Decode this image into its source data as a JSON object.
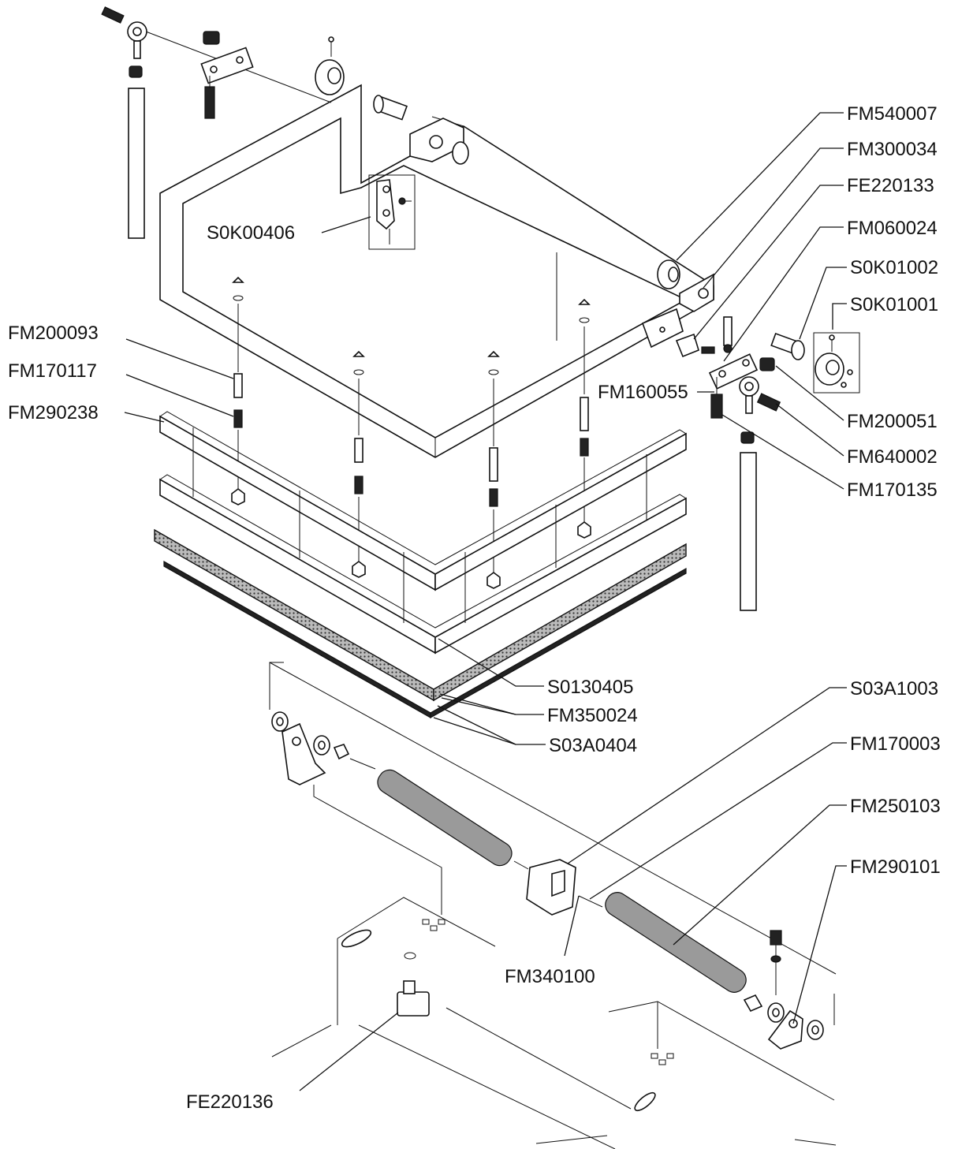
{
  "diagram": {
    "labels": {
      "FM540007": "FM540007",
      "FM300034": "FM300034",
      "FE220133": "FE220133",
      "FM060024": "FM060024",
      "S0K01002": "S0K01002",
      "S0K01001": "S0K01001",
      "S0K00406": "S0K00406",
      "FM200093": "FM200093",
      "FM170117": "FM170117",
      "FM290238": "FM290238",
      "FM160055": "FM160055",
      "FM200051": "FM200051",
      "FM640002": "FM640002",
      "FM170135": "FM170135",
      "S0130405": "S0130405",
      "FM350024": "FM350024",
      "S03A0404": "S03A0404",
      "S03A1003": "S03A1003",
      "FM170003": "FM170003",
      "FM250103": "FM250103",
      "FM290101": "FM290101",
      "FM340100": "FM340100",
      "FE220136": "FE220136"
    }
  }
}
